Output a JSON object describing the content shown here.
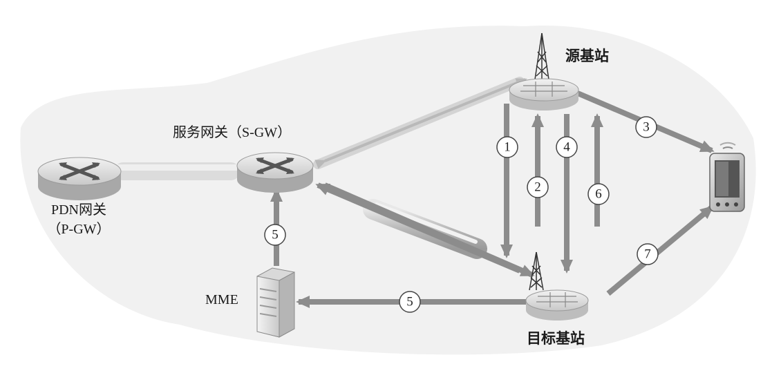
{
  "nodes": {
    "source_enb": "源基站",
    "target_enb": "目标基站",
    "sgw": "服务网关（S-GW）",
    "pgw_line1": "PDN网关",
    "pgw_line2": "（P-GW）",
    "mme": "MME"
  },
  "steps": {
    "s1": "1",
    "s2": "2",
    "s3": "3",
    "s4": "4",
    "s5a": "5",
    "s5b": "5",
    "s6": "6",
    "s7": "7"
  },
  "colors": {
    "arrow": "#8c8c8c",
    "tunnel": "#c4c4c4",
    "router": "#d6d6d6",
    "background_blob": "#efefef"
  },
  "icons": [
    "router-icon",
    "antenna-tower-icon",
    "server-icon",
    "smartphone-icon"
  ]
}
